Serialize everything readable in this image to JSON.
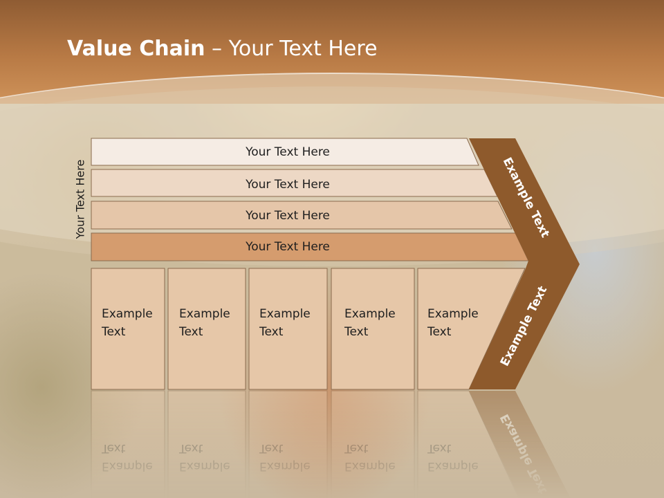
{
  "title": {
    "bold": "Value Chain",
    "rest": " – Your Text Here"
  },
  "side_label": "Your Text Here",
  "support_rows": [
    {
      "label": "Your Text Here",
      "fill": "#f5ece4"
    },
    {
      "label": "Your Text Here",
      "fill": "#edd8c5"
    },
    {
      "label": "Your Text Here",
      "fill": "#e5c6a9"
    },
    {
      "label": "Your Text Here",
      "fill": "#d59c6e"
    }
  ],
  "primary_cells": [
    {
      "line1": "Example",
      "line2": "Text"
    },
    {
      "line1": "Example",
      "line2": "Text"
    },
    {
      "line1": "Example",
      "line2": "Text"
    },
    {
      "line1": "Example",
      "line2": "Text"
    },
    {
      "line1": "Example",
      "line2": "Text"
    }
  ],
  "chevron_labels": {
    "top": "Example Text",
    "bottom": "Example Text"
  },
  "colors": {
    "chevron": "#8e5a2c",
    "cell_fill": "#e6c7a8",
    "border": "#8a6a4d"
  }
}
